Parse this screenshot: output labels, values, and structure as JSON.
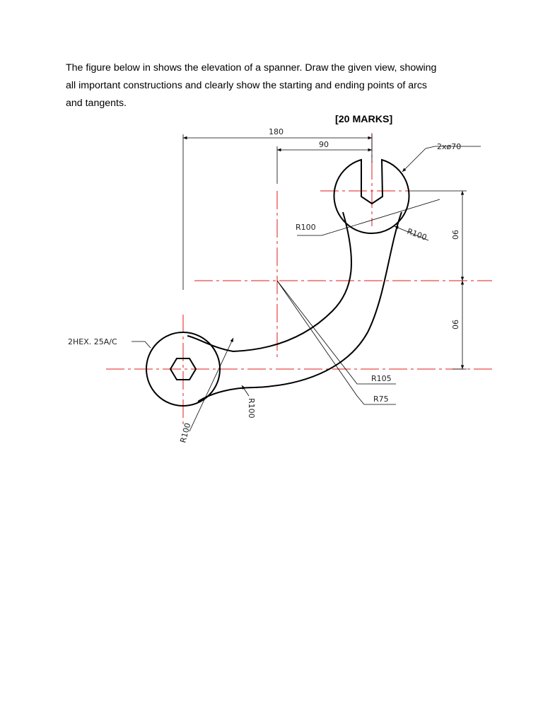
{
  "question": {
    "lines": [
      "The figure below in shows the elevation of a spanner. Draw the given view, showing",
      "all important constructions and clearly show the starting and ending points of arcs",
      "and tangents."
    ],
    "marks": "[20 MARKS]"
  },
  "drawing": {
    "dim_180": "180",
    "dim_90_top": "90",
    "dim_2x70": "2xø70",
    "dim_r100_left": "R100",
    "dim_r100_right": "R100",
    "dim_90_upper": "90",
    "dim_90_lower": "90",
    "dim_hex": "2HEX. 25A/C",
    "dim_r105": "R105",
    "dim_r75": "R75",
    "dim_r100_lower": "R100",
    "dim_r100_bottom": "R100"
  },
  "colors": {
    "centerline": "#e21b1b",
    "outline": "#000000"
  }
}
